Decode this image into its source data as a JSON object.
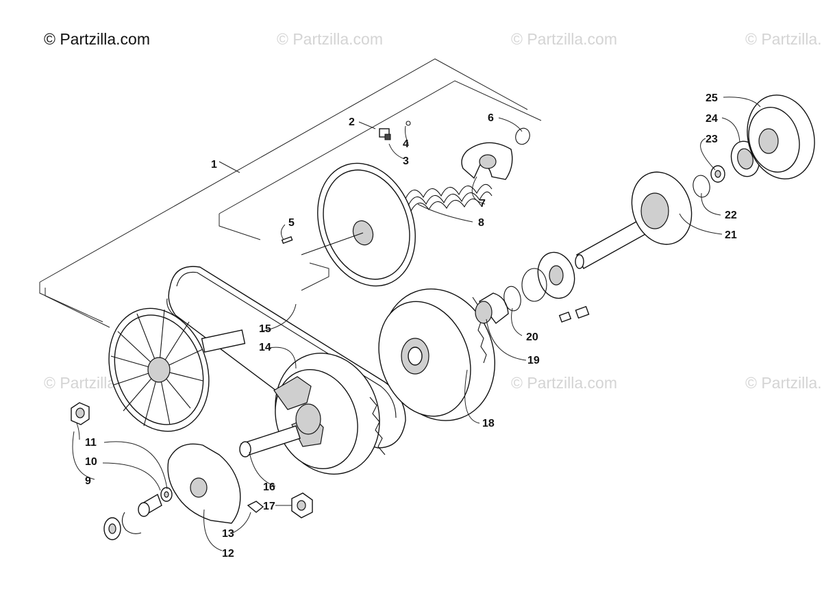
{
  "copyright": "© Partzilla.com",
  "watermark": "© Partzilla.com",
  "callouts": [
    "1",
    "2",
    "3",
    "4",
    "5",
    "6",
    "7",
    "8",
    "9",
    "10",
    "11",
    "12",
    "13",
    "14",
    "15",
    "16",
    "17",
    "18",
    "19",
    "20",
    "21",
    "22",
    "23",
    "24",
    "25"
  ]
}
